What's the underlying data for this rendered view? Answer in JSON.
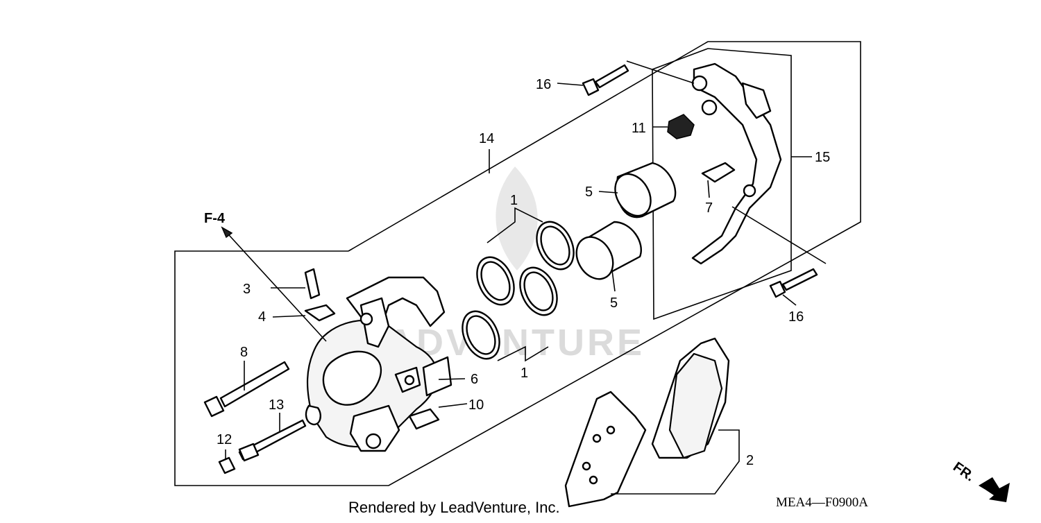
{
  "callouts": {
    "c1a": "1",
    "c1b": "1",
    "c2": "2",
    "c3": "3",
    "c4": "4",
    "c5a": "5",
    "c5b": "5",
    "c6": "6",
    "c7": "7",
    "c8": "8",
    "c10": "10",
    "c11": "11",
    "c12": "12",
    "c13": "13",
    "c14": "14",
    "c15": "15",
    "c16a": "16",
    "c16b": "16",
    "f4": "F-4"
  },
  "diagram_code": "MEA4—F0900A",
  "credit": "Rendered by LeadVenture, Inc.",
  "watermark": "LEADVENTURE",
  "front_indicator": "FR."
}
